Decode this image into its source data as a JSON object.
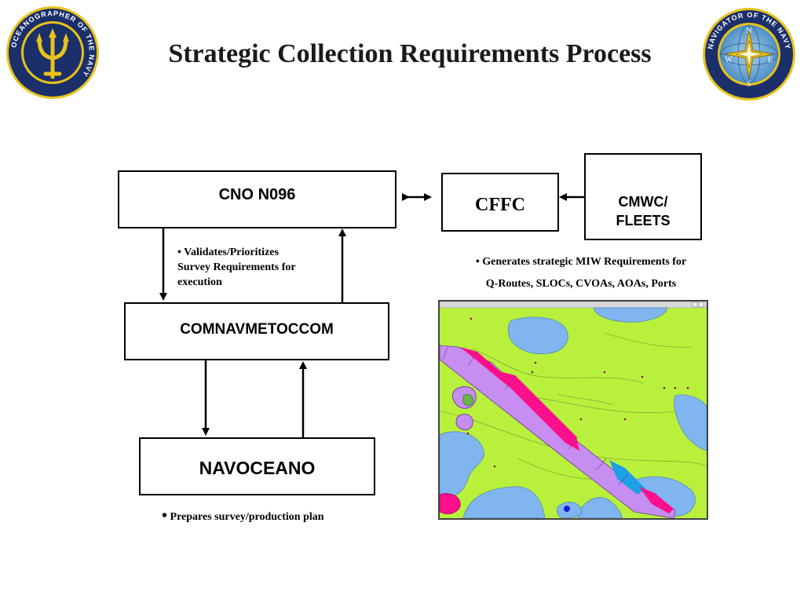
{
  "title": "Strategic Collection Requirements Process",
  "seals": {
    "left": {
      "ring_text": "OCEANOGRAPHER OF THE NAVY",
      "icon": "trident-icon"
    },
    "right": {
      "ring_text": "NAVIGATOR OF THE NAVY",
      "icon": "compass-rose-icon",
      "compass_letters": [
        "N",
        "E",
        "S",
        "W"
      ]
    }
  },
  "boxes": {
    "cno": "CNO N096",
    "comnav": "COMNAVMETOCCOM",
    "navo": "NAVOCEANO",
    "cffc": "CFFC",
    "cmwc_line1": "CMWC/",
    "cmwc_line2": "FLEETS"
  },
  "notes": {
    "validates": [
      "•  Validates/Prioritizes",
      "Survey Requirements for",
      "execution"
    ],
    "generates": [
      "•  Generates strategic MIW Requirements for",
      "Q-Routes, SLOCs, CVOAs, AOAs, Ports"
    ],
    "prepares_bullet": "•",
    "prepares_text": "Prepares survey/production plan"
  },
  "colors": {
    "seal_navy": "#1b2f6b",
    "seal_gold": "#e8c21a",
    "land": "#b8f03c",
    "water": "#7fb6f0",
    "route_magenta": "#ff0f8c",
    "route_violet": "#c58ef0",
    "route_cyan": "#1ea0e6"
  }
}
